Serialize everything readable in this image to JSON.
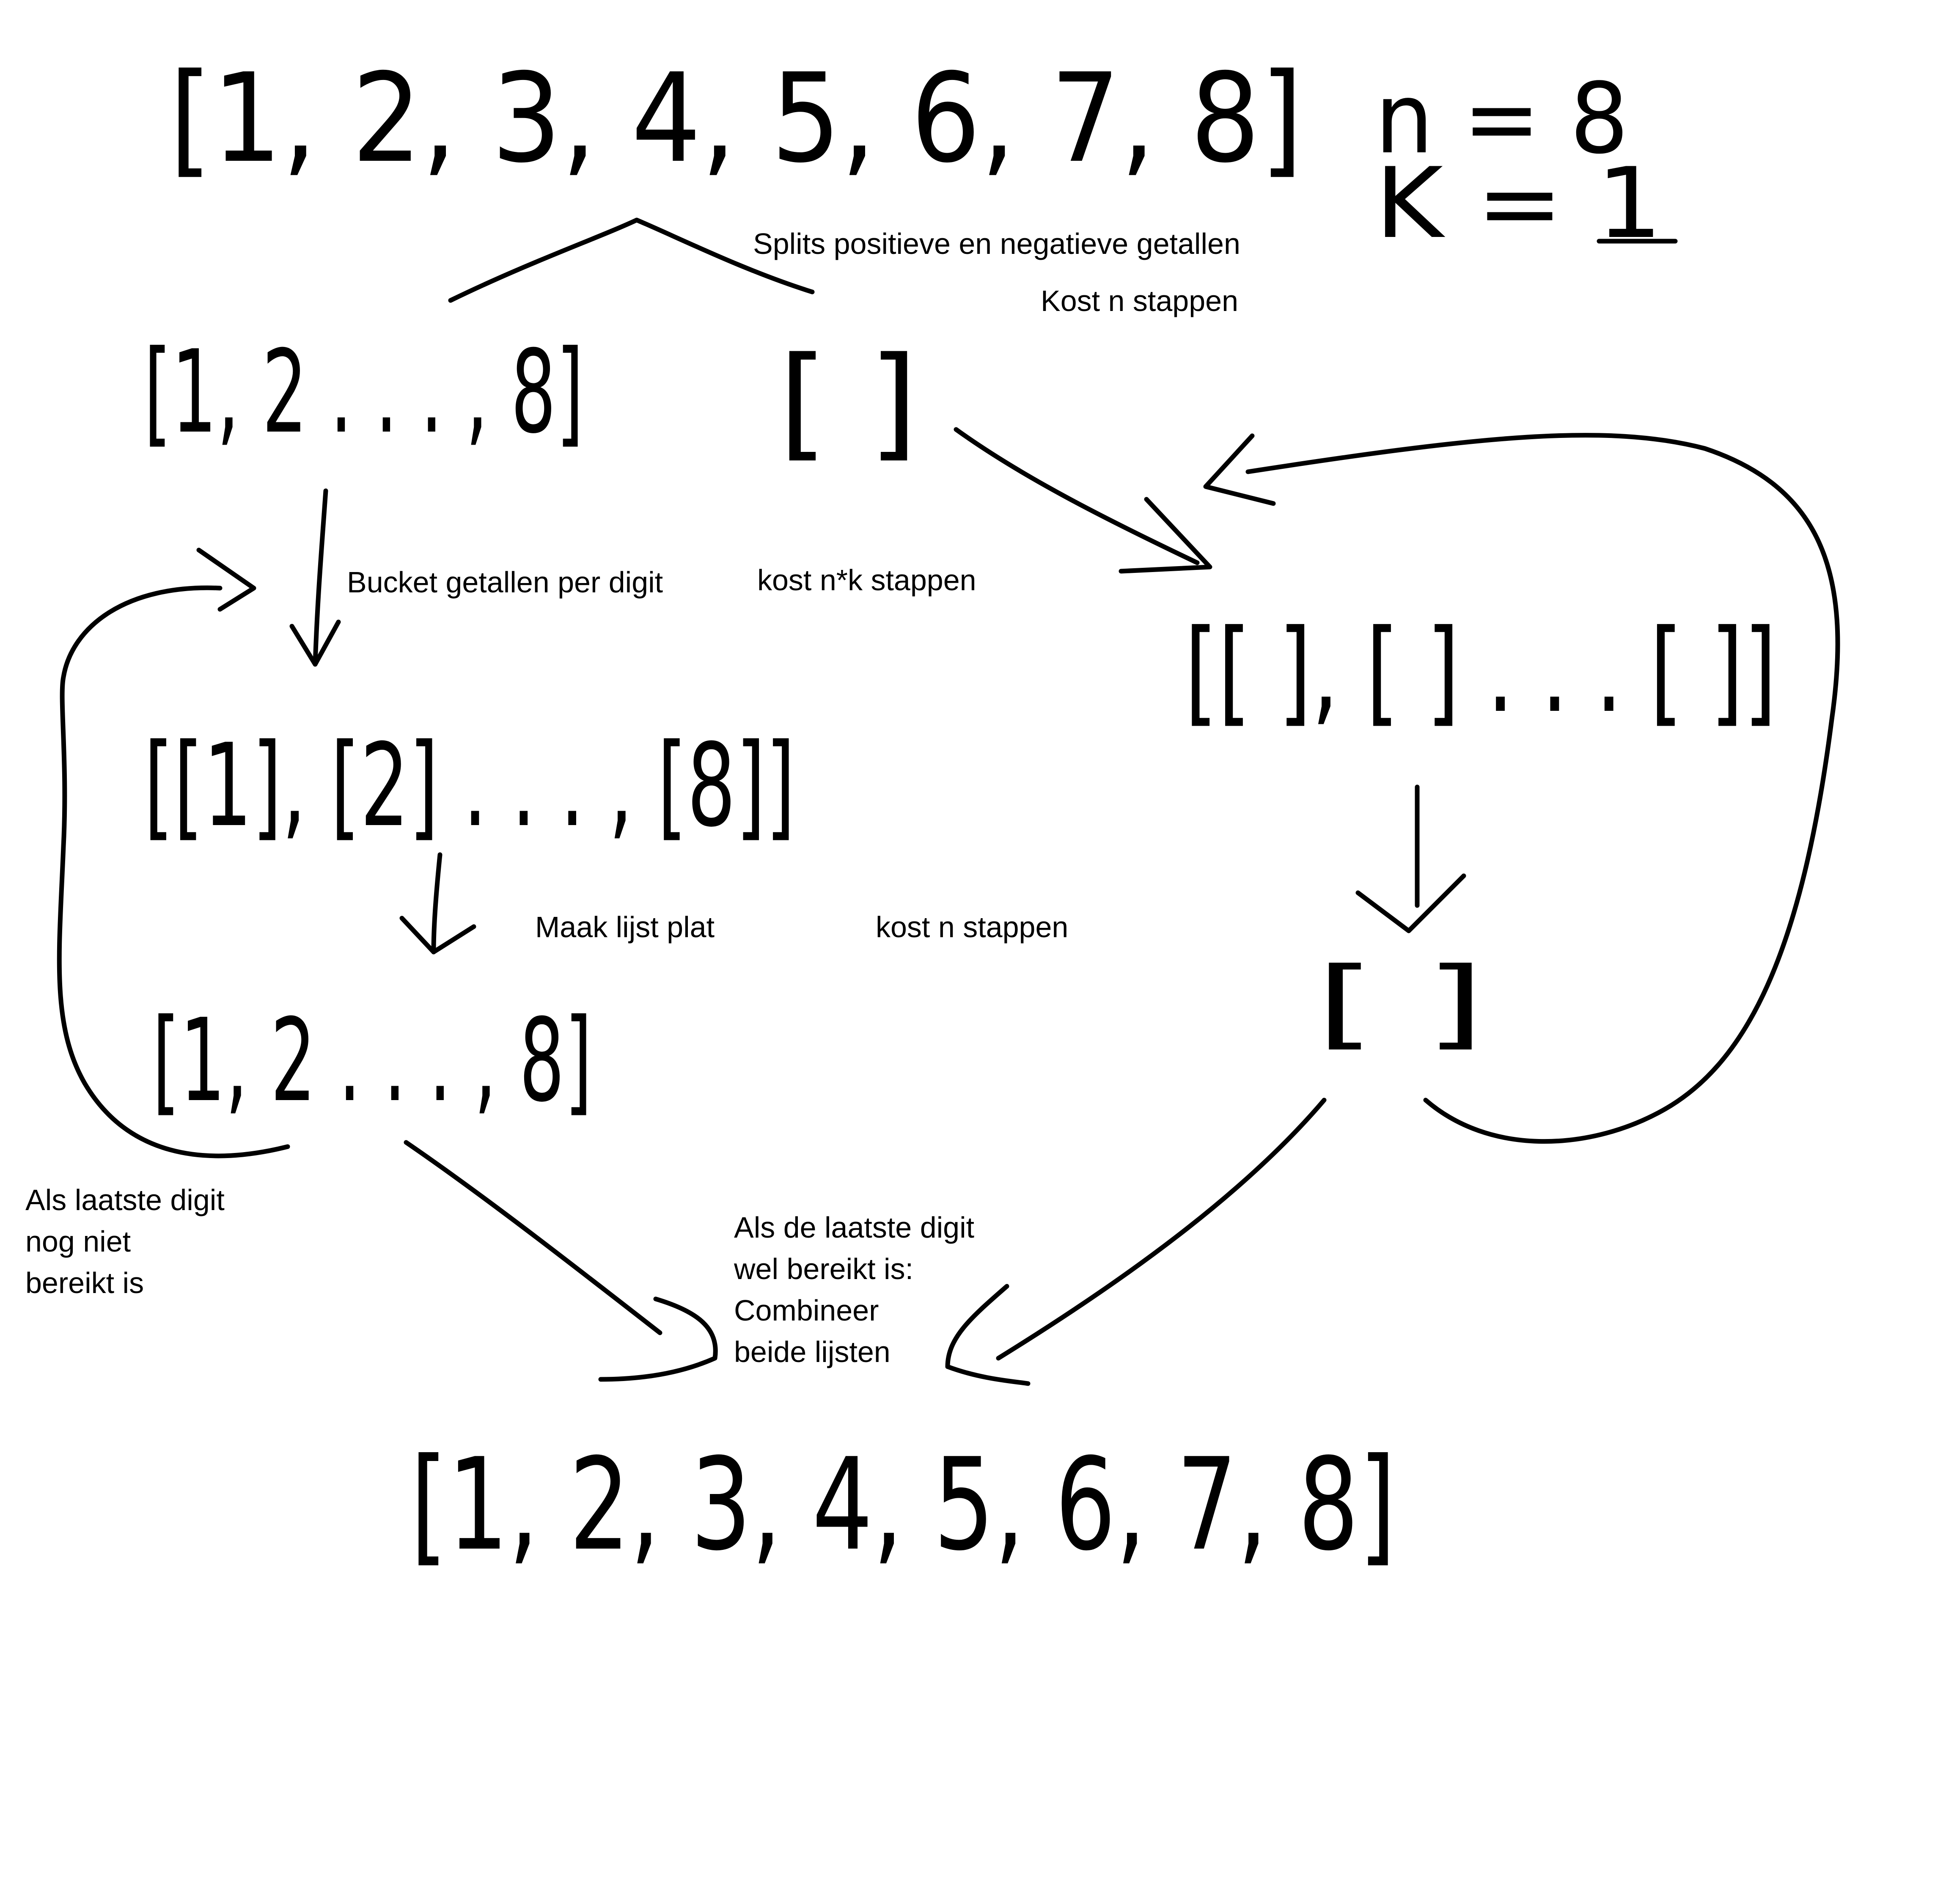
{
  "colors": {
    "ink": "#000000",
    "background": "#ffffff"
  },
  "handwritten": {
    "input_list": "[1, 2, 3, 4, 5, 6, 7, 8]",
    "n_value": "n = 8",
    "k_value": "K = 1",
    "positive_list": "[1, 2 . . . , 8]",
    "negative_list": "[ ]",
    "positive_buckets": "[[1], [2] . . . , [8]]",
    "negative_buckets": "[[ ], [ ] . . . [ ]]",
    "flattened_positive": "[1, 2 . . . , 8]",
    "flattened_negative": "[ ]",
    "result_list": "[1, 2, 3, 4, 5, 6, 7, 8]"
  },
  "labels": {
    "split": "Splits positieve en negatieve getallen",
    "split_cost": "Kost n stappen",
    "bucket": "Bucket getallen per digit",
    "bucket_cost": "kost n*k stappen",
    "flatten": "Maak lijst plat",
    "flatten_cost": "kost n stappen",
    "not_last_digit": [
      "Als laatste digit",
      "nog niet",
      "bereikt is"
    ],
    "last_digit": [
      "Als de laatste digit",
      "wel bereikt is:",
      "Combineer",
      "beide lijsten"
    ]
  }
}
